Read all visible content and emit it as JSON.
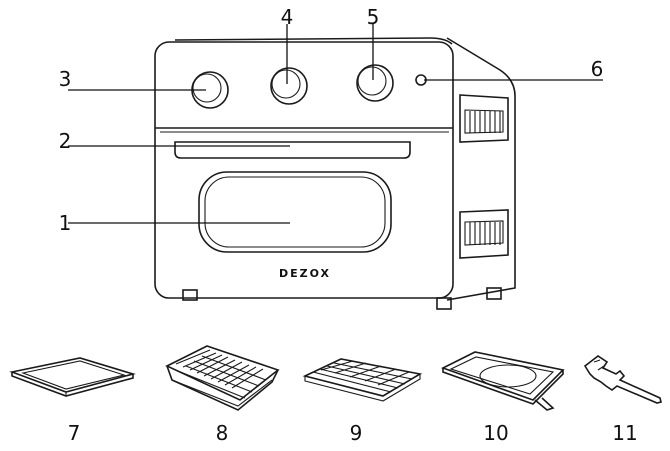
{
  "brand": "DEZOX",
  "callouts": [
    {
      "id": "1",
      "text": "1"
    },
    {
      "id": "2",
      "text": "2"
    },
    {
      "id": "3",
      "text": "3"
    },
    {
      "id": "4",
      "text": "4"
    },
    {
      "id": "5",
      "text": "5"
    },
    {
      "id": "6",
      "text": "6"
    }
  ],
  "accessories": [
    {
      "id": "7",
      "text": "7",
      "icon": "baking-tray-icon"
    },
    {
      "id": "8",
      "text": "8",
      "icon": "fry-basket-icon"
    },
    {
      "id": "9",
      "text": "9",
      "icon": "wire-rack-icon"
    },
    {
      "id": "10",
      "text": "10",
      "icon": "crumb-tray-icon"
    },
    {
      "id": "11",
      "text": "11",
      "icon": "tray-handle-icon"
    }
  ]
}
